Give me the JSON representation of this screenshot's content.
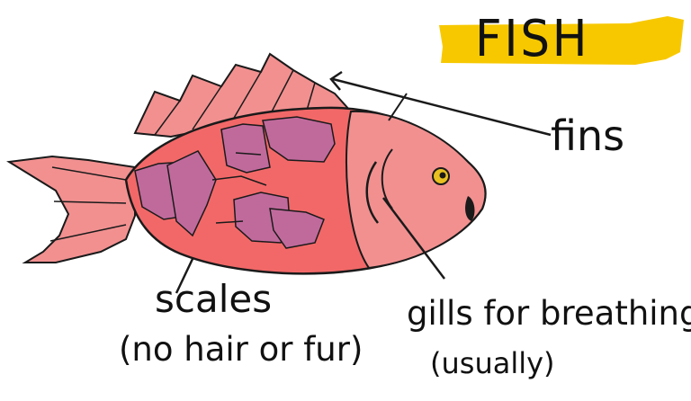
{
  "title": "FISH",
  "labels": {
    "fins": "fins",
    "scales": "scales",
    "scales_note": "(no hair or fur)",
    "gills": "gills for breathing",
    "gills_note": "(usually)"
  },
  "colors": {
    "highlight": "#F7C800",
    "body": "#F26868",
    "fins": "#F29090",
    "scale_patch": "#C06A9C",
    "outline": "#1A1A1A"
  }
}
